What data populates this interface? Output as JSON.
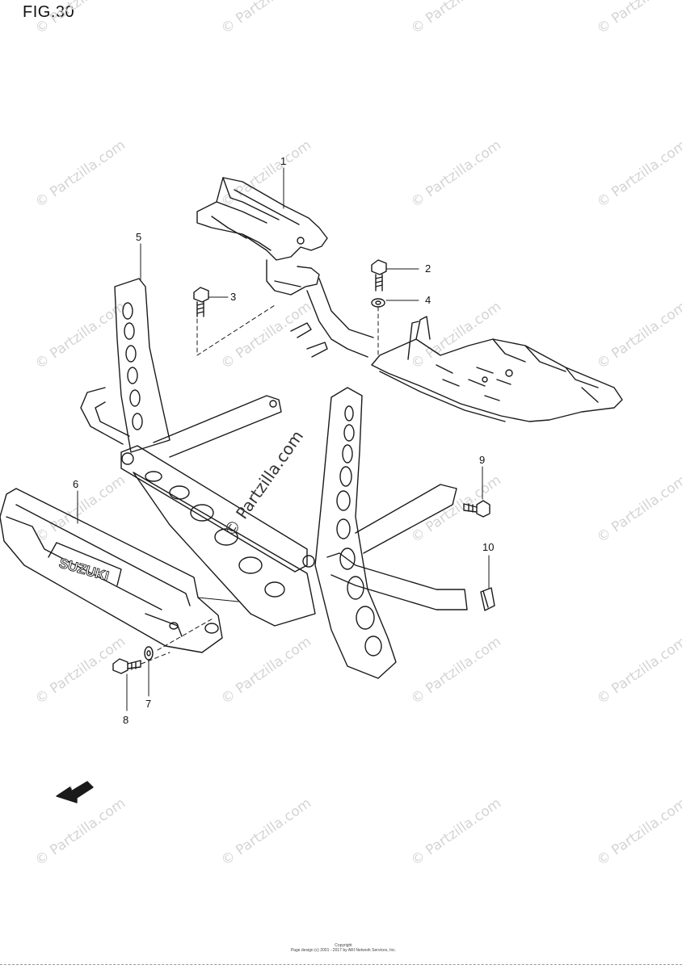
{
  "figure": {
    "title": "FIG.30"
  },
  "watermark": {
    "text": "© Partzilla.com",
    "center_text": "© Partzilla.com"
  },
  "callouts": [
    "1",
    "2",
    "3",
    "4",
    "5",
    "6",
    "7",
    "8",
    "9",
    "10"
  ],
  "front_arrow_label": "FWD",
  "brand_mark": "SUZUKI",
  "copyright": {
    "line1": "Copyright",
    "line2": "Page design (c) 2001 - 2017 by ARI Network Services, Inc."
  },
  "colors": {
    "line": "#1a1a1a",
    "watermark": "#d4d4d4"
  }
}
